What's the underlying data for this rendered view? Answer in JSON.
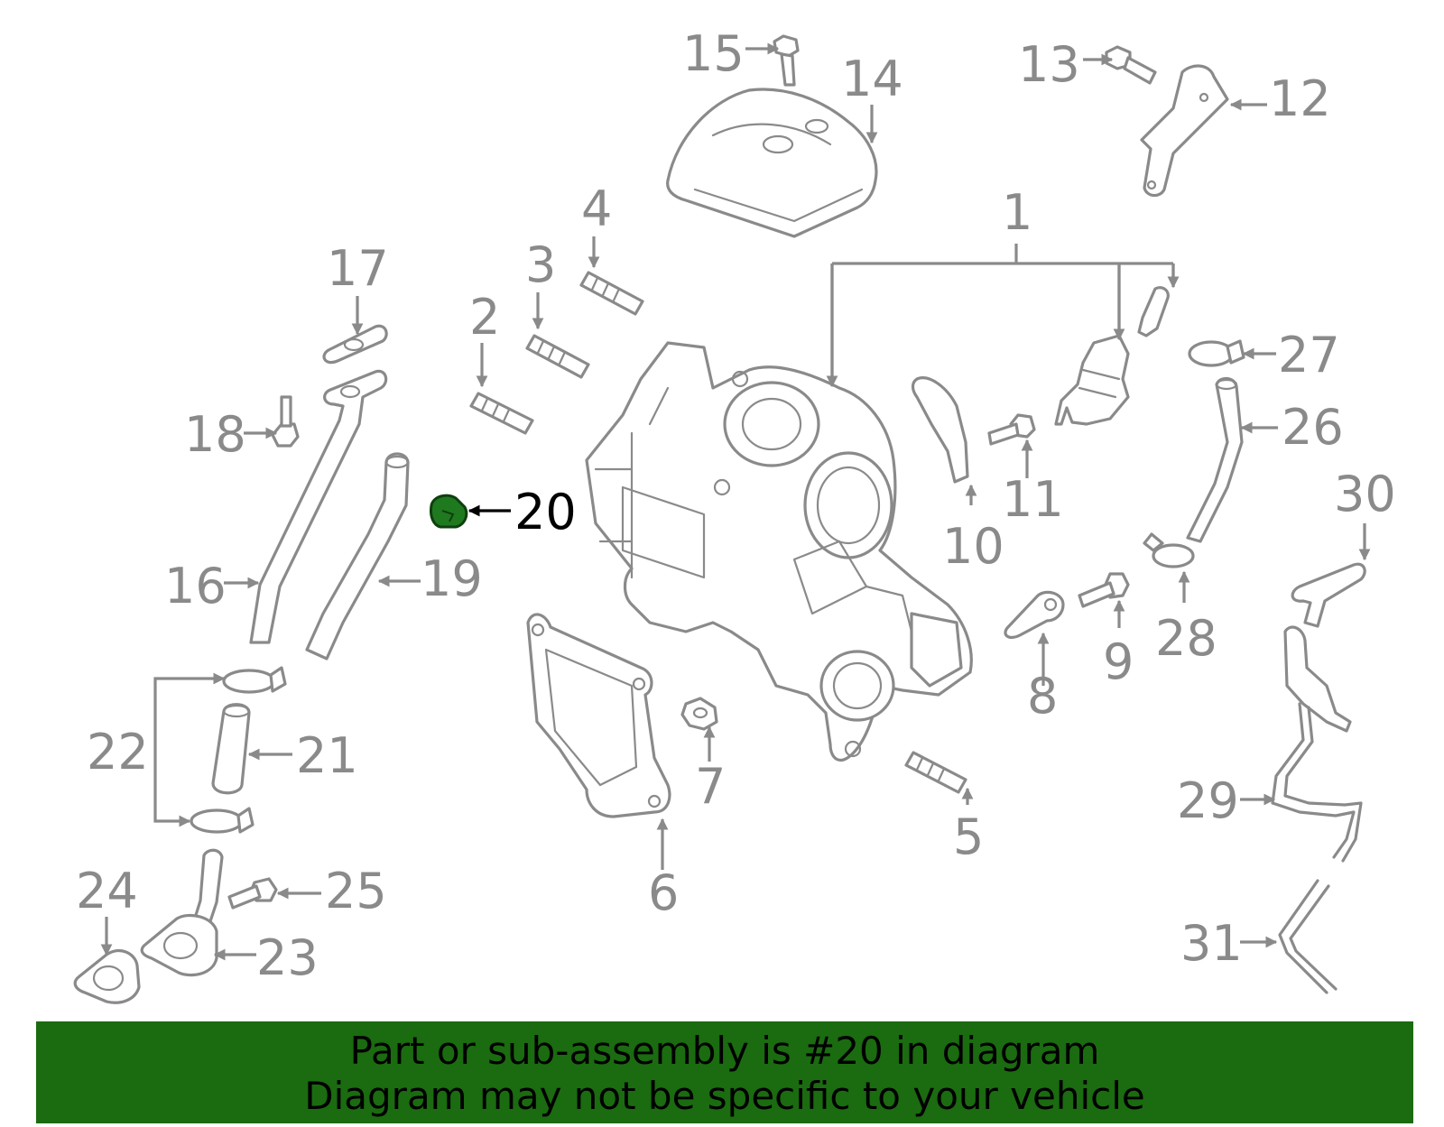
{
  "diagram": {
    "highlighted_part": "20",
    "callouts": [
      "1",
      "2",
      "3",
      "4",
      "5",
      "6",
      "7",
      "8",
      "9",
      "10",
      "11",
      "12",
      "13",
      "14",
      "15",
      "16",
      "17",
      "18",
      "19",
      "20",
      "21",
      "22",
      "23",
      "24",
      "25",
      "26",
      "27",
      "28",
      "29",
      "30",
      "31"
    ]
  },
  "banner": {
    "line1": "Part or sub-assembly is #20 in diagram",
    "line2": "Diagram may not be specific to your vehicle"
  },
  "colors": {
    "part_stroke": "#8a8a8a",
    "highlight_fill": "#1f7a1f",
    "banner_bg": "#1b6b10"
  }
}
